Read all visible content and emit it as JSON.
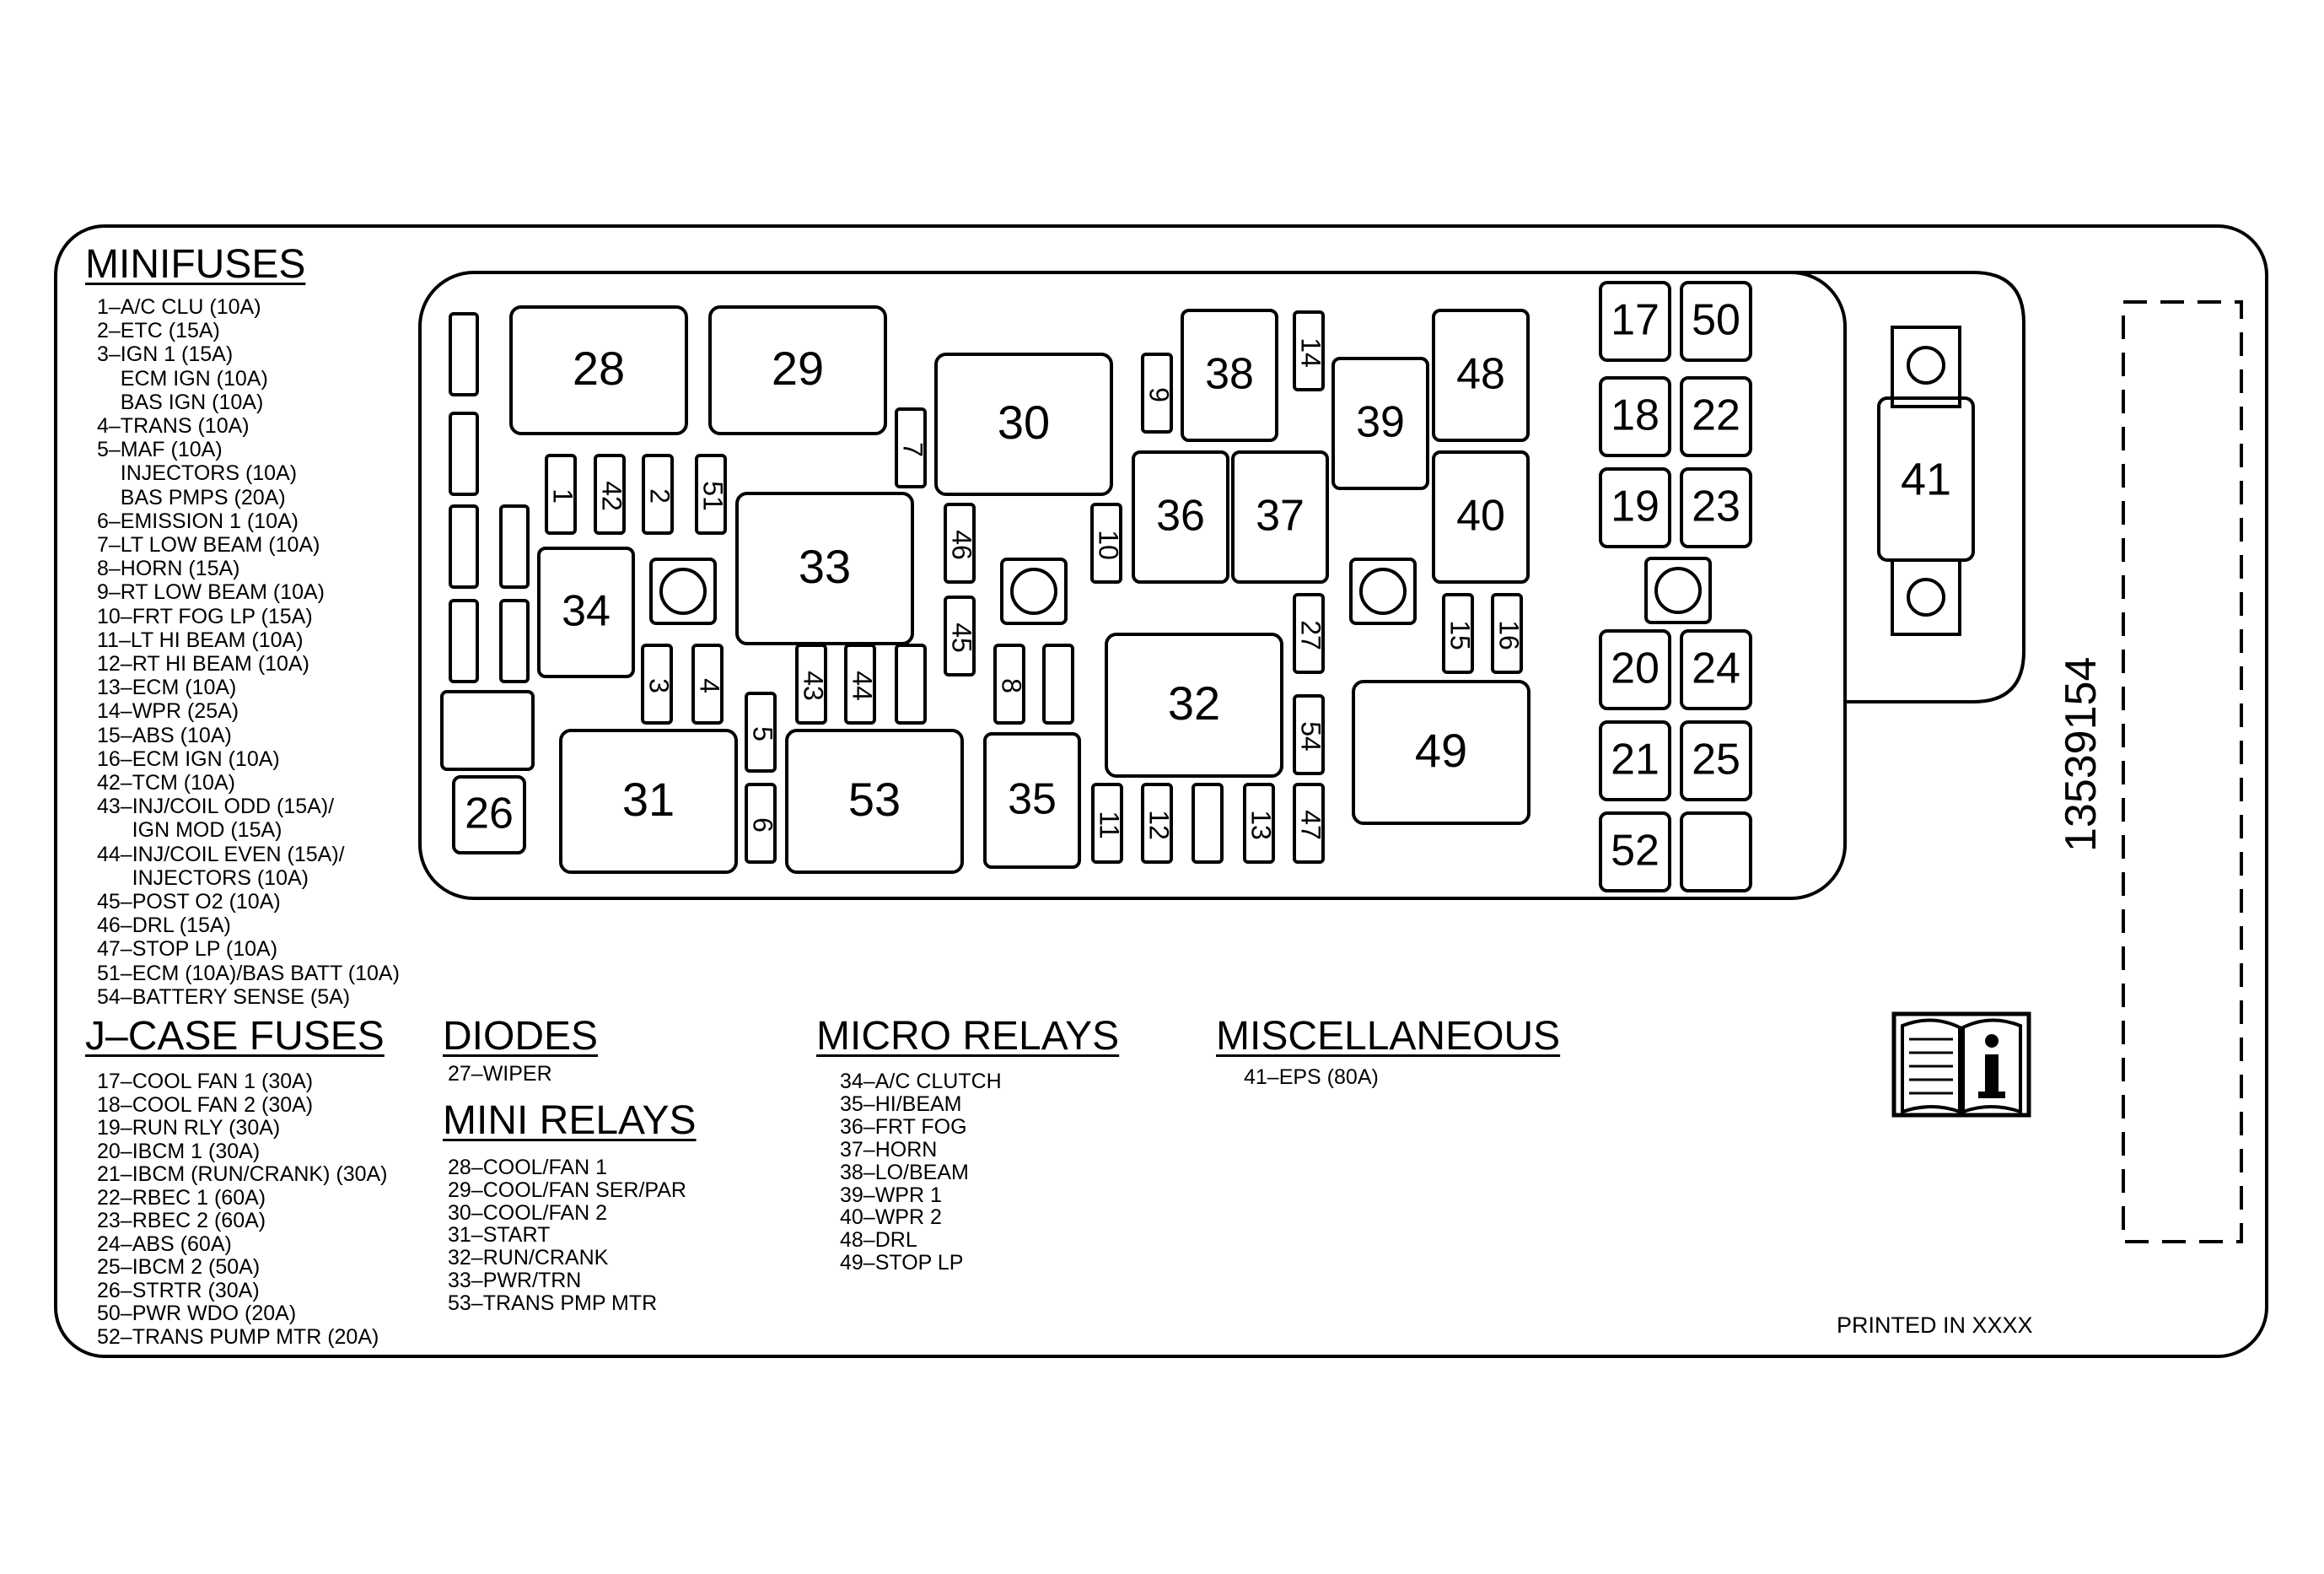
{
  "sections": {
    "minifuses": {
      "title": "MINIFUSES",
      "items": [
        "1–A/C CLU (10A)",
        "2–ETC (15A)",
        "3–IGN 1 (15A)",
        "    ECM IGN (10A)",
        "    BAS IGN (10A)",
        "4–TRANS (10A)",
        "5–MAF (10A)",
        "    INJECTORS (10A)",
        "    BAS PMPS (20A)",
        "6–EMISSION 1 (10A)",
        "7–LT LOW BEAM (10A)",
        "8–HORN (15A)",
        "9–RT LOW BEAM (10A)",
        "10–FRT FOG LP (15A)",
        "11–LT HI BEAM (10A)",
        "12–RT HI BEAM (10A)",
        "13–ECM (10A)",
        "14–WPR (25A)",
        "15–ABS (10A)",
        "16–ECM IGN (10A)",
        "42–TCM (10A)",
        "43–INJ/COIL ODD (15A)/",
        "      IGN MOD (15A)",
        "44–INJ/COIL EVEN (15A)/",
        "      INJECTORS (10A)",
        "45–POST O2 (10A)",
        "46–DRL (15A)",
        "47–STOP LP (10A)",
        "51–ECM (10A)/BAS BATT (10A)",
        "54–BATTERY SENSE (5A)"
      ]
    },
    "jcase": {
      "title": "J–CASE FUSES",
      "items": [
        "17–COOL FAN 1 (30A)",
        "18–COOL FAN 2 (30A)",
        "19–RUN RLY (30A)",
        "20–IBCM 1 (30A)",
        "21–IBCM (RUN/CRANK) (30A)",
        "22–RBEC 1 (60A)",
        "23–RBEC 2 (60A)",
        "24–ABS (60A)",
        "25–IBCM 2 (50A)",
        "26–STRTR (30A)",
        "50–PWR WDO (20A)",
        "52–TRANS PUMP MTR (20A)"
      ]
    },
    "diodes": {
      "title": "DIODES",
      "items": [
        "27–WIPER"
      ]
    },
    "mini_relays": {
      "title": "MINI RELAYS",
      "items": [
        "28–COOL/FAN 1",
        "29–COOL/FAN SER/PAR",
        "30–COOL/FAN 2",
        "31–START",
        "32–RUN/CRANK",
        "33–PWR/TRN",
        "53–TRANS PMP MTR"
      ]
    },
    "micro_relays": {
      "title": "MICRO RELAYS",
      "items": [
        "34–A/C CLUTCH",
        "35–HI/BEAM",
        "36–FRT FOG",
        "37–HORN",
        "38–LO/BEAM",
        "39–WPR 1",
        "40–WPR 2",
        "48–DRL",
        "49–STOP LP"
      ]
    },
    "misc": {
      "title": "MISCELLANEOUS",
      "items": [
        "41–EPS (80A)"
      ]
    }
  },
  "part_number": "13539154",
  "printed_in": "PRINTED IN XXXX",
  "icons": {
    "manual": "owner-manual-info-icon"
  },
  "colors": {
    "line": "#000000",
    "background": "#ffffff"
  },
  "fuse_box": {
    "large_relays": [
      {
        "id": "28"
      },
      {
        "id": "29"
      },
      {
        "id": "30"
      },
      {
        "id": "33"
      },
      {
        "id": "31"
      },
      {
        "id": "53"
      },
      {
        "id": "32"
      },
      {
        "id": "49"
      }
    ],
    "micro_relays": [
      {
        "id": "34"
      },
      {
        "id": "35"
      },
      {
        "id": "36"
      },
      {
        "id": "37"
      },
      {
        "id": "38"
      },
      {
        "id": "39"
      },
      {
        "id": "40"
      },
      {
        "id": "48"
      }
    ],
    "jcase_fuses": [
      {
        "id": "17"
      },
      {
        "id": "50"
      },
      {
        "id": "18"
      },
      {
        "id": "22"
      },
      {
        "id": "19"
      },
      {
        "id": "23"
      },
      {
        "id": "20"
      },
      {
        "id": "24"
      },
      {
        "id": "21"
      },
      {
        "id": "25"
      },
      {
        "id": "52"
      },
      {
        "id": "26"
      }
    ],
    "minifuses": [
      {
        "id": "1"
      },
      {
        "id": "42"
      },
      {
        "id": "2"
      },
      {
        "id": "51"
      },
      {
        "id": "7"
      },
      {
        "id": "3"
      },
      {
        "id": "4"
      },
      {
        "id": "43"
      },
      {
        "id": "44"
      },
      {
        "id": "5"
      },
      {
        "id": "6"
      },
      {
        "id": "46"
      },
      {
        "id": "45"
      },
      {
        "id": "8"
      },
      {
        "id": "9"
      },
      {
        "id": "10"
      },
      {
        "id": "14"
      },
      {
        "id": "27"
      },
      {
        "id": "54"
      },
      {
        "id": "11"
      },
      {
        "id": "12"
      },
      {
        "id": "13"
      },
      {
        "id": "47"
      },
      {
        "id": "15"
      },
      {
        "id": "16"
      }
    ],
    "mega_fuse": {
      "id": "41"
    }
  }
}
